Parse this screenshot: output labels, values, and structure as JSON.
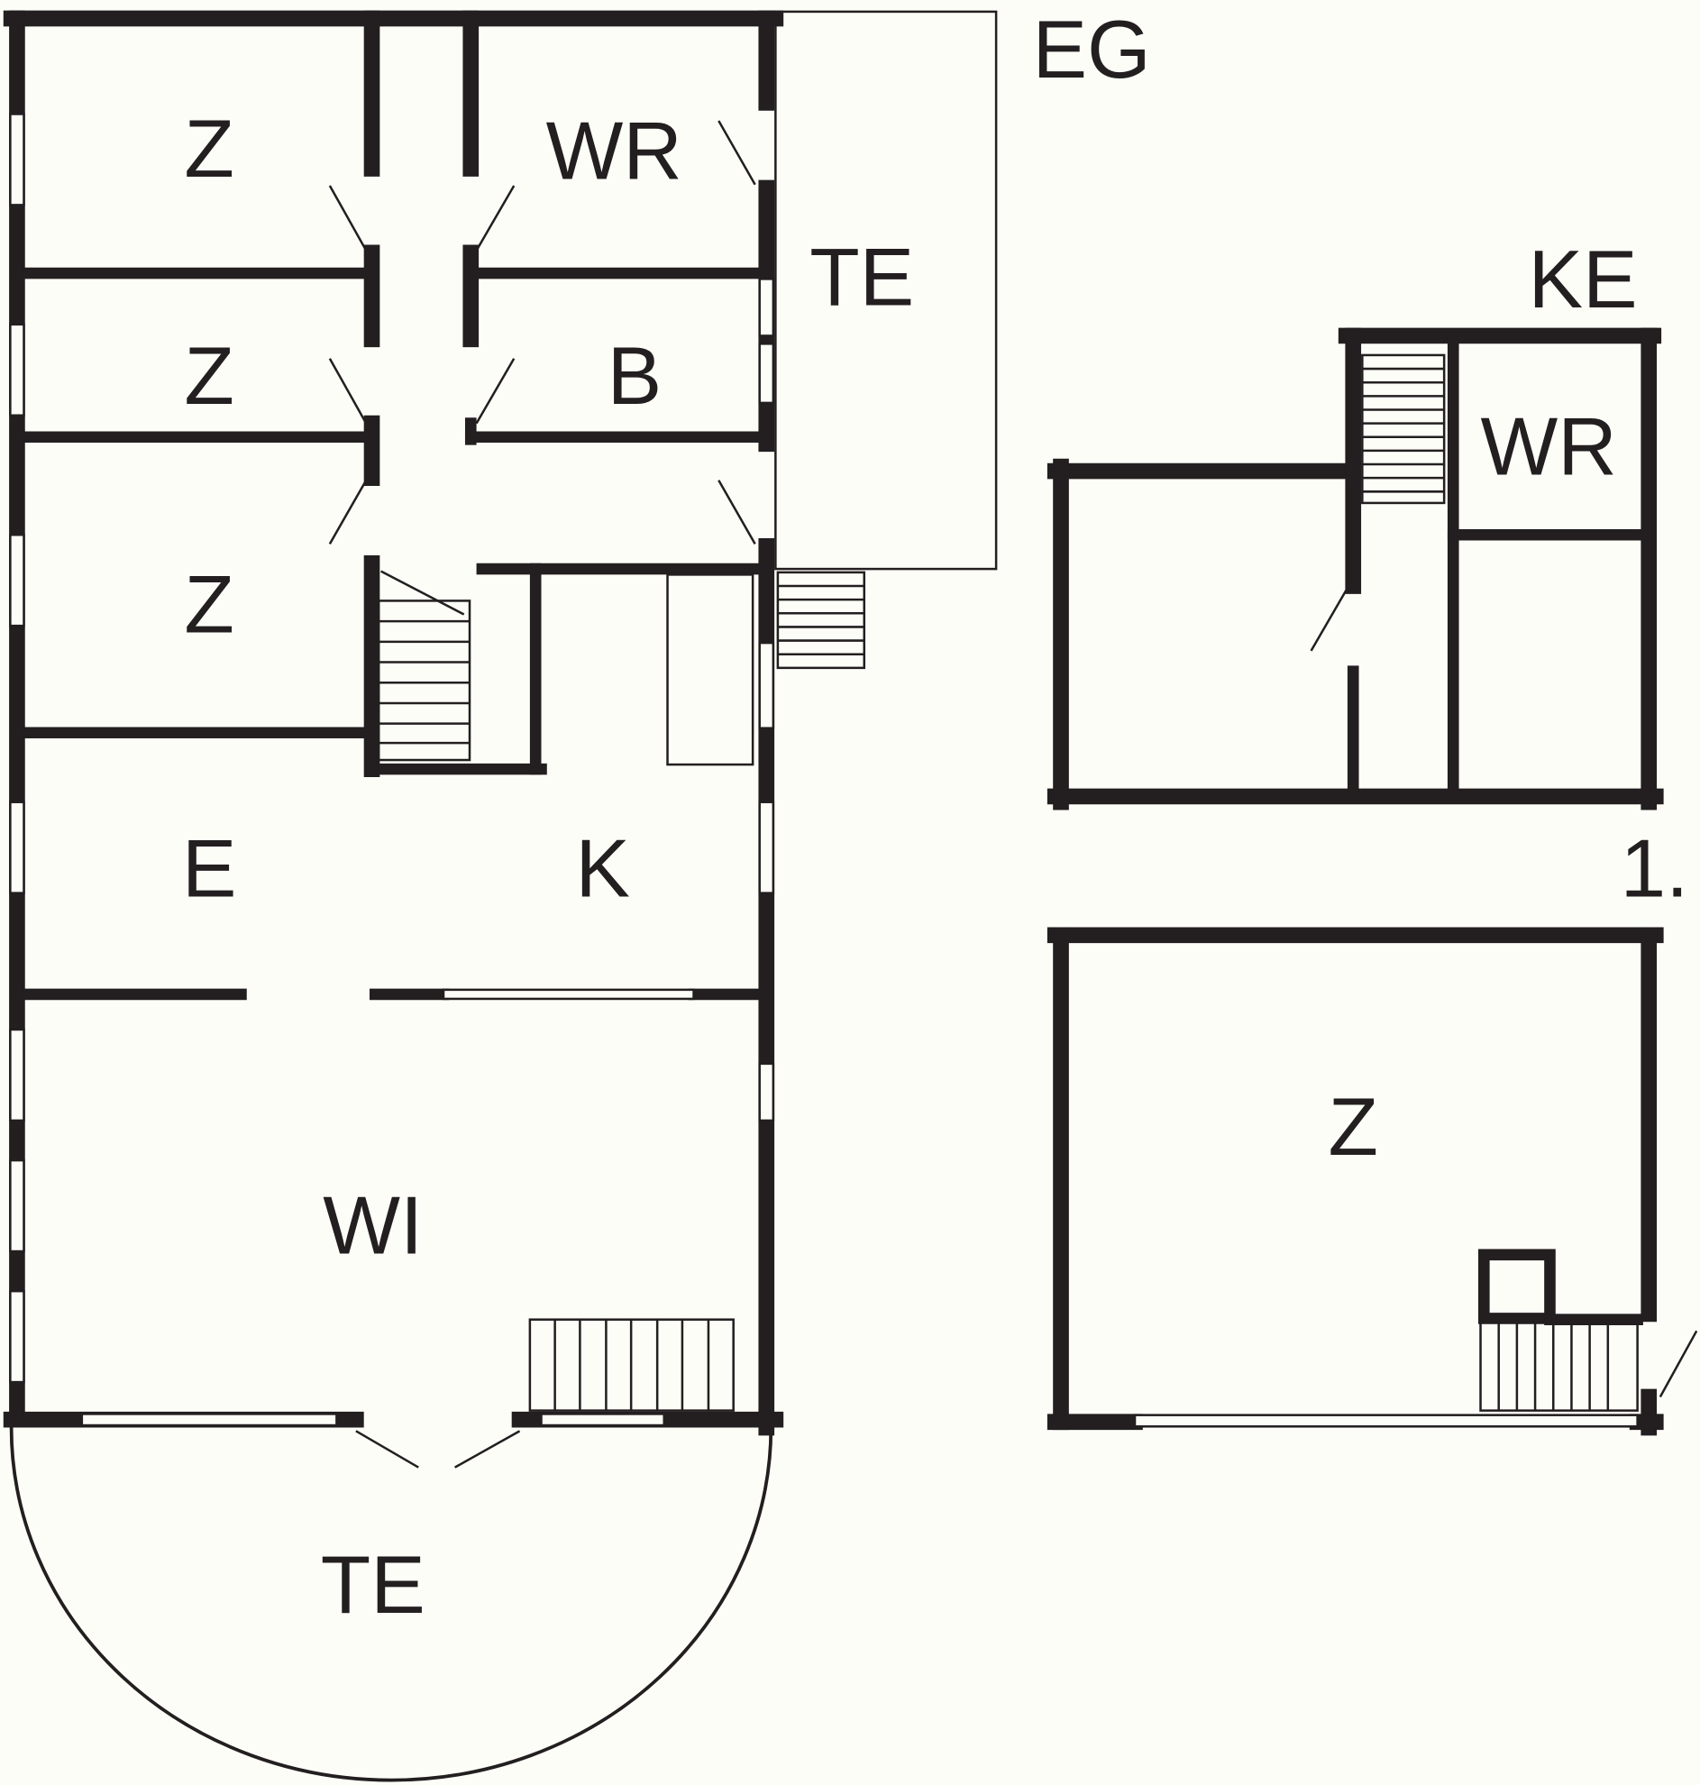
{
  "floors": {
    "ground": {
      "label": "EG"
    },
    "basement": {
      "label": "KE"
    },
    "first": {
      "label": "1."
    }
  },
  "rooms": {
    "z1": "Z",
    "wr1": "WR",
    "z2": "Z",
    "b": "B",
    "z3": "Z",
    "e": "E",
    "k": "K",
    "wi": "WI",
    "te_side": "TE",
    "te_front": "TE",
    "ke_wr": "WR",
    "first_z": "Z"
  },
  "colors": {
    "wall": "#231f20",
    "background": "#fdfdf8"
  }
}
